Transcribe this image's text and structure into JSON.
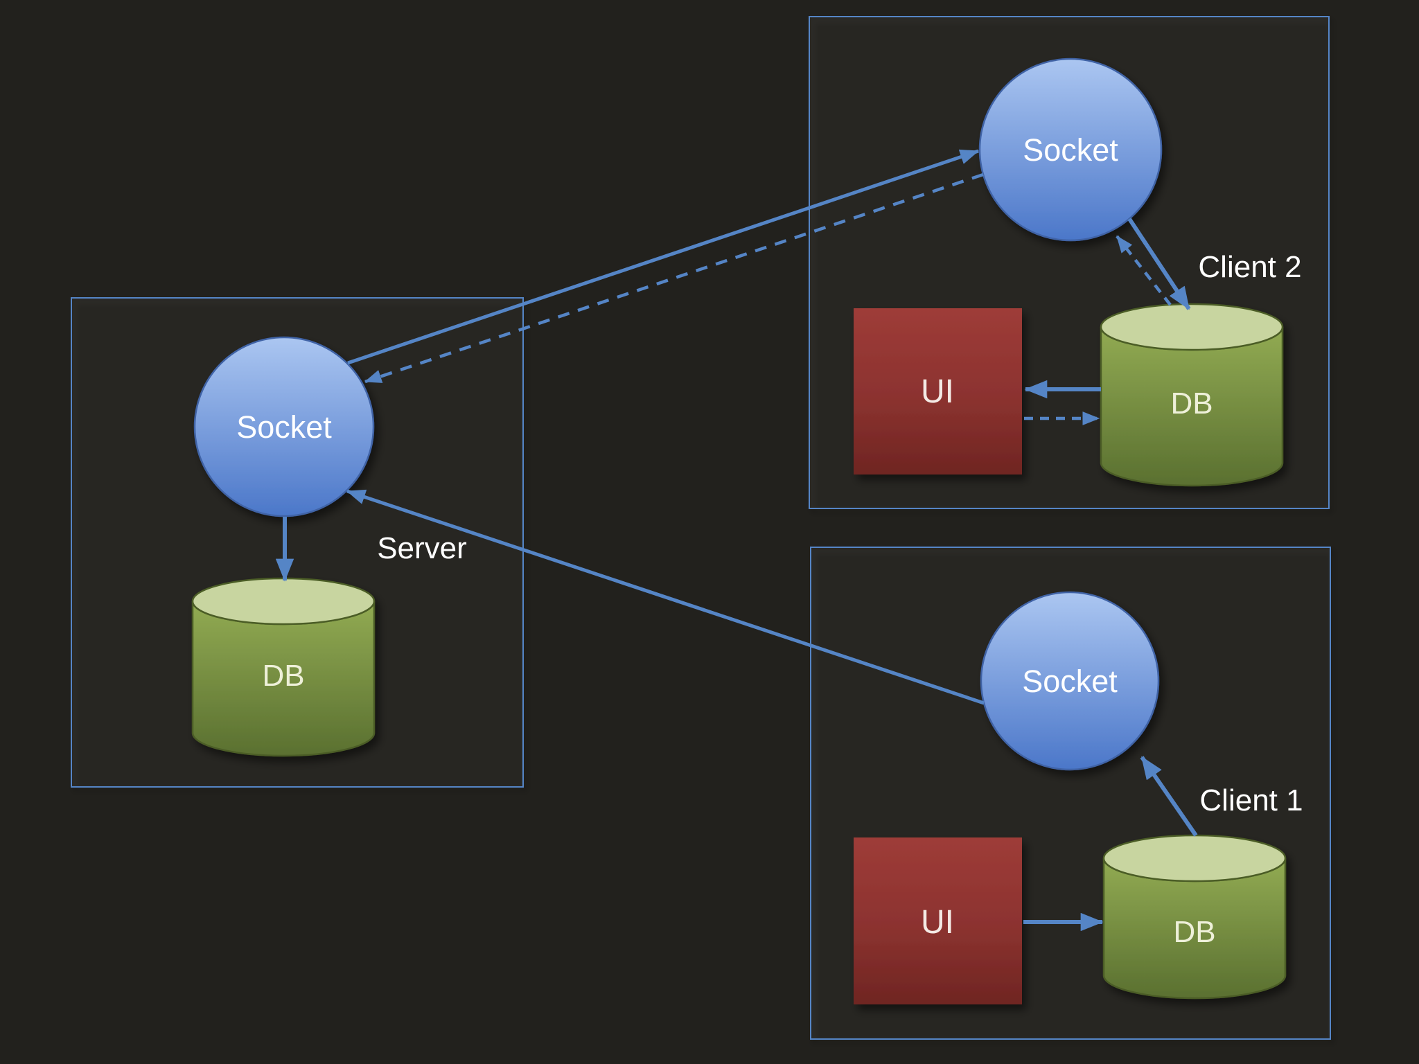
{
  "groups": {
    "server": {
      "label": "Server",
      "socket_label": "Socket",
      "db_label": "DB"
    },
    "client2": {
      "label": "Client 2",
      "socket_label": "Socket",
      "db_label": "DB",
      "ui_label": "UI"
    },
    "client1": {
      "label": "Client 1",
      "socket_label": "Socket",
      "db_label": "DB",
      "ui_label": "UI"
    }
  },
  "connections": [
    {
      "from": "server.socket",
      "to": "client2.socket",
      "style": "solid",
      "arrow": "to"
    },
    {
      "from": "client2.socket",
      "to": "server.socket",
      "style": "dashed",
      "arrow": "to"
    },
    {
      "from": "client1.socket",
      "to": "server.socket",
      "style": "solid",
      "arrow": "to"
    },
    {
      "from": "server.socket",
      "to": "server.db",
      "style": "solid",
      "arrow": "to"
    },
    {
      "from": "client2.socket",
      "to": "client2.db",
      "style": "solid",
      "arrow": "to"
    },
    {
      "from": "client2.db",
      "to": "client2.socket",
      "style": "dashed",
      "arrow": "to"
    },
    {
      "from": "client2.db",
      "to": "client2.ui",
      "style": "solid",
      "arrow": "to"
    },
    {
      "from": "client2.ui",
      "to": "client2.db",
      "style": "dashed",
      "arrow": "to"
    },
    {
      "from": "client1.db",
      "to": "client1.socket",
      "style": "solid",
      "arrow": "to"
    },
    {
      "from": "client1.ui",
      "to": "client1.db",
      "style": "solid",
      "arrow": "to"
    }
  ],
  "colors": {
    "background": "#22211d",
    "frame_stroke": "#5585c6",
    "connector": "#5585c6",
    "socket_top": "#abc6f1",
    "socket_bottom": "#4b77c9",
    "socket_stroke": "#3f63a6",
    "db_lid": "#c8d5a0",
    "db_top": "#92ab53",
    "db_bottom": "#5a7030",
    "db_stroke": "#4c5d26",
    "ui_top": "#9e3c38",
    "ui_bottom": "#6f2522",
    "label_text": "#ffffff",
    "socket_text": "#ffffff",
    "db_text": "#eef0d9",
    "ui_text": "#f4eae5"
  }
}
